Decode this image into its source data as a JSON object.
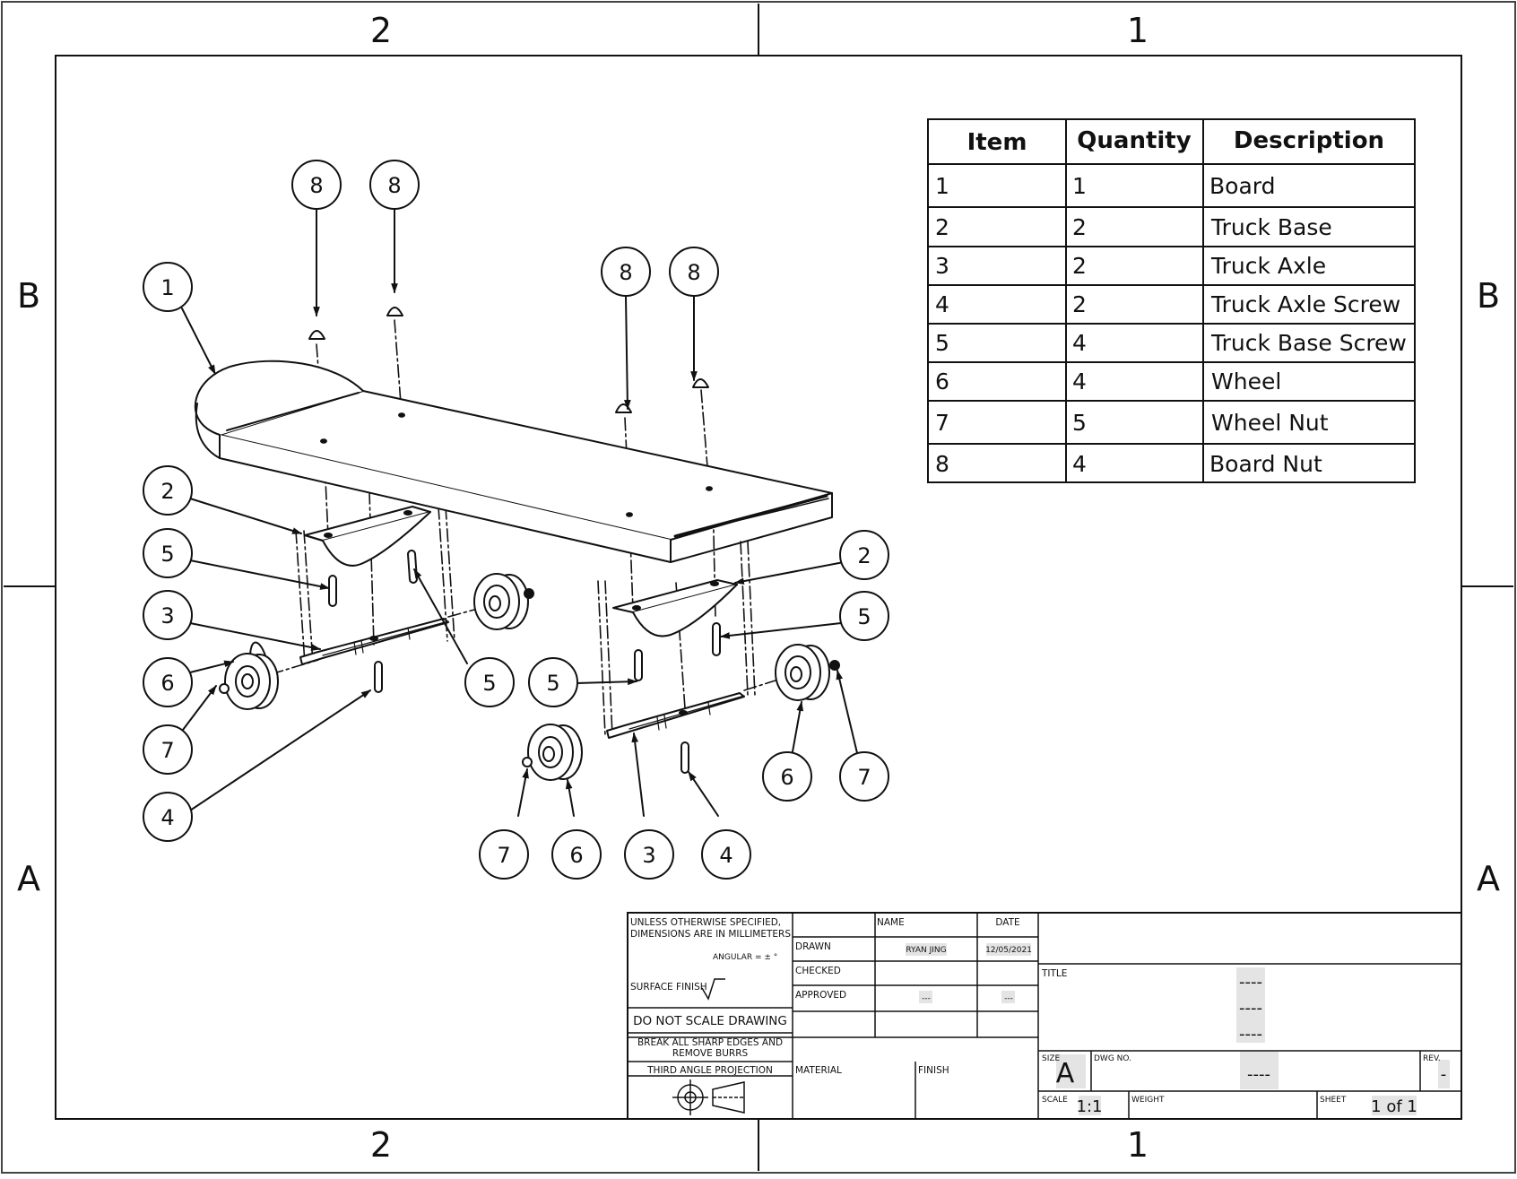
{
  "zones": {
    "top": [
      "2",
      "1"
    ],
    "bottom": [
      "2",
      "1"
    ],
    "left": [
      "B",
      "A"
    ],
    "right": [
      "B",
      "A"
    ]
  },
  "bom": {
    "headers": [
      "Item",
      "Quantity",
      "Description"
    ],
    "rows": [
      [
        "1",
        "1",
        "Board"
      ],
      [
        "2",
        "2",
        "Truck Base"
      ],
      [
        "3",
        "2",
        "Truck Axle"
      ],
      [
        "4",
        "2",
        "Truck Axle Screw"
      ],
      [
        "5",
        "4",
        "Truck Base Screw"
      ],
      [
        "6",
        "4",
        "Wheel"
      ],
      [
        "7",
        "5",
        "Wheel Nut"
      ],
      [
        "8",
        "4",
        "Board Nut"
      ]
    ]
  },
  "balloons": [
    "8",
    "8",
    "8",
    "8",
    "1",
    "2",
    "5",
    "3",
    "6",
    "7",
    "4",
    "5",
    "2",
    "5",
    "5",
    "6",
    "7",
    "7",
    "6",
    "3",
    "4"
  ],
  "title_block": {
    "notes_line1": "UNLESS OTHERWISE SPECIFIED,",
    "notes_line2": "DIMENSIONS ARE IN MILLIMETERS",
    "angular": "ANGULAR = ± °",
    "surface_finish": "SURFACE FINISH",
    "do_not_scale": "DO NOT SCALE DRAWING",
    "break_edges_1": "BREAK ALL SHARP EDGES AND",
    "break_edges_2": "REMOVE BURRS",
    "projection": "THIRD ANGLE PROJECTION",
    "name_label": "NAME",
    "date_label": "DATE",
    "drawn_label": "DRAWN",
    "drawn_name": "RYAN JING",
    "drawn_date": "12/05/2021",
    "checked_label": "CHECKED",
    "approved_label": "APPROVED",
    "approved_name": "---",
    "approved_date": "---",
    "material_label": "MATERIAL",
    "finish_label": "FINISH",
    "title_label": "TITLE",
    "title_lines": [
      "----",
      "----",
      "----"
    ],
    "size_label": "SIZE",
    "size_value": "A",
    "dwg_no_label": "DWG NO.",
    "dwg_no_value": "----",
    "rev_label": "REV.",
    "rev_value": "-",
    "scale_label": "SCALE",
    "scale_value": "1:1",
    "weight_label": "WEIGHT",
    "sheet_label": "SHEET",
    "sheet_value": "1 of 1"
  }
}
